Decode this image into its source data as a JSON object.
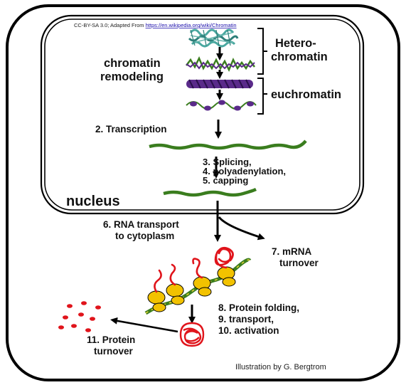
{
  "credit": {
    "prefix": "CC-BY-SA 3.0; Adapted From ",
    "link_text": "https://en.wikipedia.org/wiki/Chromatin"
  },
  "labels": {
    "heterochromatin_line1": "Hetero-",
    "heterochromatin_line2": "chromatin",
    "chromatin_remodeling_line1": "chromatin",
    "chromatin_remodeling_line2": "remodeling",
    "euchromatin": "euchromatin",
    "transcription": "2. Transcription",
    "splicing_line1": "3.  Splicing,",
    "splicing_line2": "4.  polyadenylation,",
    "splicing_line3": "5.  capping",
    "nucleus": "nucleus",
    "rna_transport_line1": "6. RNA transport",
    "rna_transport_line2": "to cytoplasm",
    "mrna_turnover_line1": "7. mRNA",
    "mrna_turnover_line2": "turnover",
    "protein_folding_line1": "8.  Protein folding,",
    "protein_folding_line2": "9.  transport,",
    "protein_folding_line3": "10. activation",
    "protein_turnover_line1": "11. Protein",
    "protein_turnover_line2": "turnover",
    "illustration_credit": "Illustration by G. Bergtrom"
  },
  "colors": {
    "outline": "#000000",
    "mrna_green": "#3a7d1e",
    "ribbon_purple": "#5a2a8a",
    "protein_red": "#e0141b",
    "ribosome_yellow": "#f2c200",
    "hetero_teal": "#4aa8a0"
  }
}
